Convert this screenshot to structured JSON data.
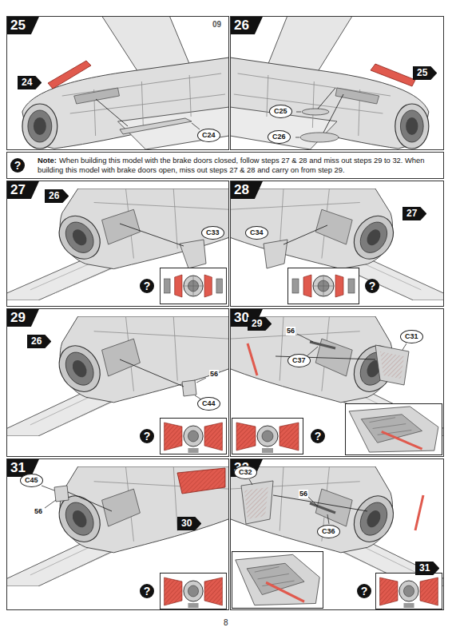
{
  "diagram": {
    "nodes": [
      {
        "text": [
          "25"
        ]
      },
      {
        "text": [
          "24"
        ],
        "in": 0
      },
      {
        "text": [
          "C24"
        ],
        "in": 0
      },
      {
        "text": [
          "26"
        ]
      },
      {
        "text": [
          "25"
        ],
        "in": 3
      },
      {
        "text": [
          "C25"
        ],
        "in": 3
      },
      {
        "text": [
          "C26"
        ],
        "in": 3
      },
      {
        "text": [
          "Note:",
          "When building this model with the brake doors closed, follow steps 27 & 28 and miss out steps 29 to 32. When building this model with brake doors open, miss out steps 27 & 28 and carry on from step 29."
        ]
      },
      {
        "text": [
          "27"
        ]
      },
      {
        "text": [
          "26"
        ],
        "in": 8
      },
      {
        "text": [
          "C33"
        ],
        "in": 8
      },
      {
        "text": [
          "28"
        ]
      },
      {
        "text": [
          "C34"
        ],
        "in": 11
      },
      {
        "text": [
          "27"
        ],
        "in": 11
      },
      {
        "text": [
          "29"
        ]
      },
      {
        "text": [
          "26"
        ],
        "in": 14
      },
      {
        "text": [
          "C44"
        ],
        "in": 14
      },
      {
        "text": [
          "30"
        ]
      },
      {
        "text": [
          "29"
        ],
        "in": 17
      },
      {
        "text": [
          "C37"
        ],
        "in": 17
      },
      {
        "text": [
          "C31"
        ],
        "in": 17
      },
      {
        "text": [
          "31"
        ]
      },
      {
        "text": [
          "C45"
        ],
        "in": 21
      },
      {
        "text": [
          "30"
        ],
        "in": 21
      },
      {
        "text": [
          "32"
        ]
      },
      {
        "text": [
          "C32"
        ],
        "in": 24
      },
      {
        "text": [
          "C36"
        ],
        "in": 24
      },
      {
        "text": [
          "31"
        ],
        "in": 24
      }
    ],
    "labels": [
      "09",
      "?",
      "?",
      "?",
      "56",
      "?",
      "56",
      "?",
      "56",
      "?",
      "56",
      "?",
      "8"
    ]
  }
}
